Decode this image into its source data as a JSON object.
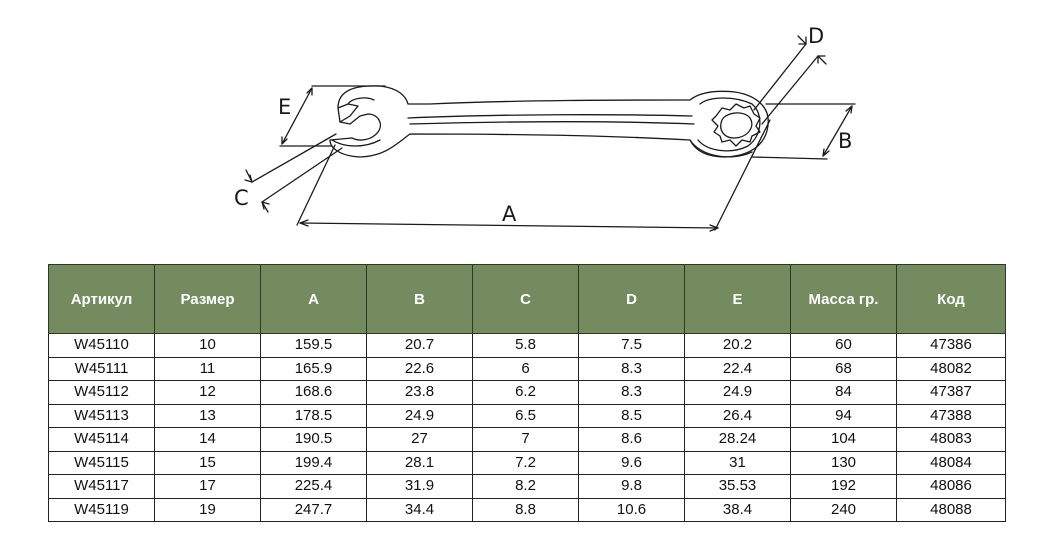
{
  "diagram": {
    "labels": {
      "a": "A",
      "b": "B",
      "c": "C",
      "d": "D",
      "e": "E"
    }
  },
  "table": {
    "headers": [
      "Артикул",
      "Размер",
      "A",
      "B",
      "C",
      "D",
      "E",
      "Масса гр.",
      "Код"
    ],
    "rows": [
      [
        "W45110",
        "10",
        "159.5",
        "20.7",
        "5.8",
        "7.5",
        "20.2",
        "60",
        "47386"
      ],
      [
        "W45111",
        "11",
        "165.9",
        "22.6",
        "6",
        "8.3",
        "22.4",
        "68",
        "48082"
      ],
      [
        "W45112",
        "12",
        "168.6",
        "23.8",
        "6.2",
        "8.3",
        "24.9",
        "84",
        "47387"
      ],
      [
        "W45113",
        "13",
        "178.5",
        "24.9",
        "6.5",
        "8.5",
        "26.4",
        "94",
        "47388"
      ],
      [
        "W45114",
        "14",
        "190.5",
        "27",
        "7",
        "8.6",
        "28.24",
        "104",
        "48083"
      ],
      [
        "W45115",
        "15",
        "199.4",
        "28.1",
        "7.2",
        "9.6",
        "31",
        "130",
        "48084"
      ],
      [
        "W45117",
        "17",
        "225.4",
        "31.9",
        "8.2",
        "9.8",
        "35.53",
        "192",
        "48086"
      ],
      [
        "W45119",
        "19",
        "247.7",
        "34.4",
        "8.8",
        "10.6",
        "38.4",
        "240",
        "48088"
      ]
    ]
  },
  "colors": {
    "header_bg": "#738b5f",
    "header_text": "#ffffff"
  }
}
